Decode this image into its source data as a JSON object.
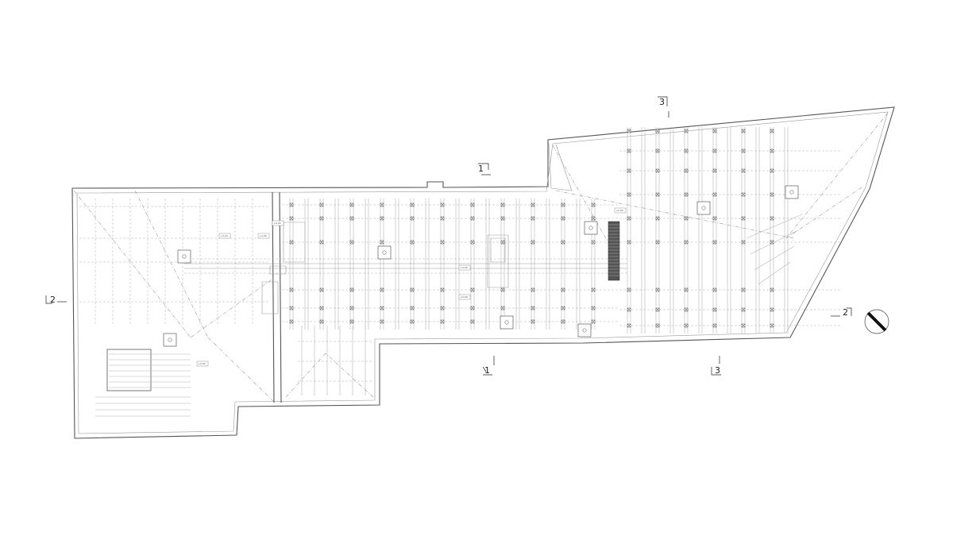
{
  "drawing": {
    "type": "roof framing plan",
    "colors": {
      "line": "#555555",
      "light_line": "#b5b5b5",
      "background": "#ffffff"
    },
    "section_markers": [
      {
        "id": "1",
        "label": "1"
      },
      {
        "id": "1b",
        "label": "1"
      },
      {
        "id": "2a",
        "label": "2"
      },
      {
        "id": "2b",
        "label": "2"
      },
      {
        "id": "3a",
        "label": "3"
      },
      {
        "id": "3b",
        "label": "3"
      }
    ],
    "level_tags": [
      "+0.00",
      "+0.00",
      "+0.00",
      "+0.00",
      "+0.00",
      "+0.00",
      "+0.00"
    ],
    "north_arrow": {
      "icon": "north-arrow-icon"
    }
  }
}
